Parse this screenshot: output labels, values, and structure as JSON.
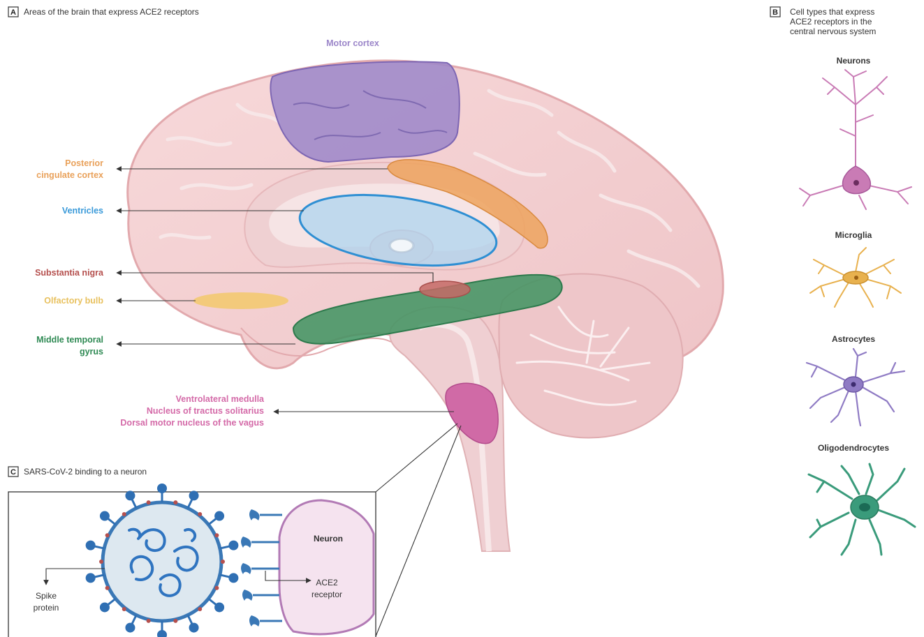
{
  "panel_a": {
    "letter": "A",
    "title": "Areas of the brain that express ACE2 receptors",
    "regions": [
      {
        "label": "Motor cortex",
        "color": "#9b86c9"
      },
      {
        "label": "Posterior",
        "label2": "cingulate cortex",
        "color": "#e9a15a"
      },
      {
        "label": "Ventricles",
        "color": "#3a9ad9"
      },
      {
        "label": "Substantia nigra",
        "color": "#b5504e"
      },
      {
        "label": "Olfactory bulb",
        "color": "#e8c15f"
      },
      {
        "label": "Middle temporal",
        "label2": "gyrus",
        "color": "#2f8a54"
      },
      {
        "label": "Ventrolateral medulla",
        "label2": "Nucleus of tractus solitarius",
        "label3": "Dorsal motor nucleus of the vagus",
        "color": "#d46aa8"
      }
    ]
  },
  "panel_b": {
    "letter": "B",
    "title_lines": [
      "Cell types that express",
      "ACE2 receptors in the",
      "central nervous system"
    ],
    "cells": [
      {
        "label": "Neurons",
        "color": "#c97bb5"
      },
      {
        "label": "Microglia",
        "color": "#e8b14e"
      },
      {
        "label": "Astrocytes",
        "color": "#8f7bc4"
      },
      {
        "label": "Oligodendrocytes",
        "color": "#3a9b7b"
      }
    ]
  },
  "panel_c": {
    "letter": "C",
    "title": "SARS-CoV-2 binding to a neuron",
    "neuron_label": "Neuron",
    "receptor_label": "ACE2",
    "receptor_label2": "receptor",
    "spike_label": "Spike",
    "spike_label2": "protein"
  }
}
